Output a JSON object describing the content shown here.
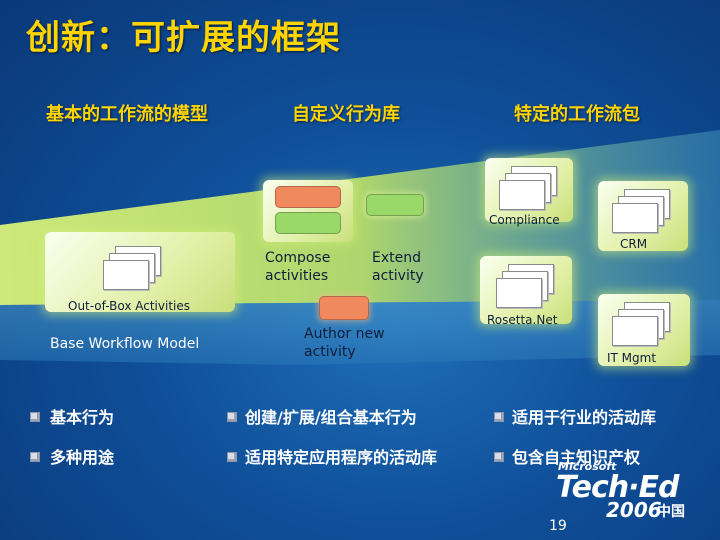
{
  "title": "创新：可扩展的框架",
  "columns": {
    "left": "基本的工作流的模型",
    "center": "自定义行为库",
    "right": "特定的工作流包"
  },
  "diagram": {
    "base_workflow_model": "Base Workflow Model",
    "out_of_box": "Out-of-Box Activities",
    "compose": "Compose activities",
    "extend": "Extend activity",
    "author_new": "Author new activity",
    "compliance": "Compliance",
    "crm": "CRM",
    "rosettanet": "Rosetta.Net",
    "it_mgmt": "IT Mgmt"
  },
  "bullets": {
    "row1": [
      "基本行为",
      "创建/扩展/组合基本行为",
      "适用于行业的活动库"
    ],
    "row2": [
      "多种用途",
      "适用特定应用程序的活动库",
      "包含自主知识产权"
    ]
  },
  "logo": {
    "microsoft": "Microsoft",
    "teched": "Tech·Ed",
    "year": "2006",
    "country": "中国"
  },
  "page_number": "19",
  "colors": {
    "title": "#ffd400",
    "panel": "#e2f0a8",
    "wedge": "#b8df6a",
    "orange_block": "#f08a5e",
    "green_block": "#9ad86a"
  }
}
